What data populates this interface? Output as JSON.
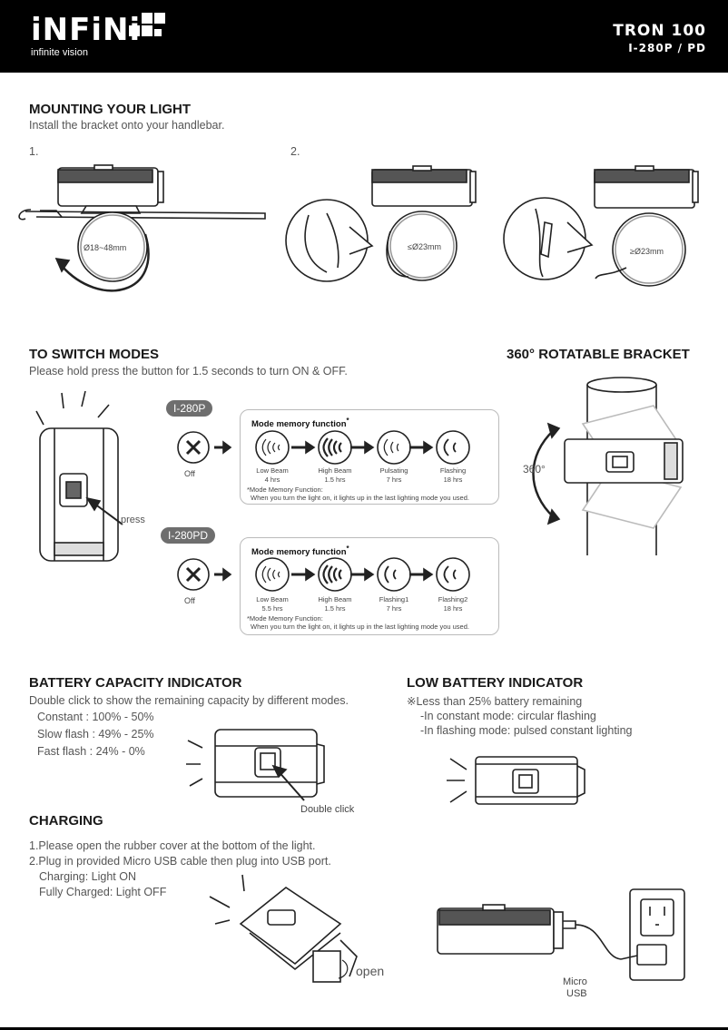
{
  "header": {
    "logo": "iNFiNi",
    "tagline": "infinite vision",
    "model": "TRON 100",
    "model_sub": "I-280P / PD"
  },
  "mounting": {
    "title": "MOUNTING YOUR LIGHT",
    "desc": "Install the bracket onto your handlebar.",
    "step1": "1.",
    "step2": "2.",
    "size1": "Ø18~48mm",
    "size2": "≤Ø23mm",
    "size3": "≥Ø23mm"
  },
  "modes": {
    "title": "TO SWITCH MODES",
    "desc": "Please hold press the button for 1.5 seconds to turn ON & OFF.",
    "press": "press",
    "off": "Off",
    "memory_title": "Mode memory function",
    "memory_star": "*",
    "memory_note1": "*Mode Memory Function:",
    "memory_note2": "When you turn the light on, it lights up in the last lighting mode you used.",
    "p": {
      "name": "I-280P",
      "items": [
        {
          "name": "Low Beam",
          "time": "4 hrs"
        },
        {
          "name": "High Beam",
          "time": "1.5 hrs"
        },
        {
          "name": "Pulsating",
          "time": "7 hrs"
        },
        {
          "name": "Flashing",
          "time": "18 hrs"
        }
      ]
    },
    "pd": {
      "name": "I-280PD",
      "items": [
        {
          "name": "Low Beam",
          "time": "5.5 hrs"
        },
        {
          "name": "High Beam",
          "time": "1.5 hrs"
        },
        {
          "name": "Flashing1",
          "time": "7 hrs"
        },
        {
          "name": "Flashing2",
          "time": "18 hrs"
        }
      ]
    }
  },
  "rotatable": {
    "title": "360° ROTATABLE BRACKET",
    "angle": "360°"
  },
  "battery": {
    "title": "BATTERY CAPACITY INDICATOR",
    "desc": "Double click to show the remaining capacity by different modes.",
    "line1": "Constant : 100% - 50%",
    "line2": "Slow flash : 49% - 25%",
    "line3": "Fast flash : 24% - 0%",
    "double_click": "Double click"
  },
  "low_battery": {
    "title": "LOW BATTERY INDICATOR",
    "line1": "※Less than 25% battery remaining",
    "line2": "-In constant mode: circular flashing",
    "line3": "-In flashing mode: pulsed constant lighting"
  },
  "charging": {
    "title": "CHARGING",
    "line1": "1.Please open the rubber cover at the bottom of the light.",
    "line2": "2.Plug in provided Micro USB cable then plug into USB port.",
    "line3": "Charging: Light ON",
    "line4": "Fully Charged: Light OFF",
    "open": "open",
    "micro": "Micro",
    "usb": "USB"
  }
}
